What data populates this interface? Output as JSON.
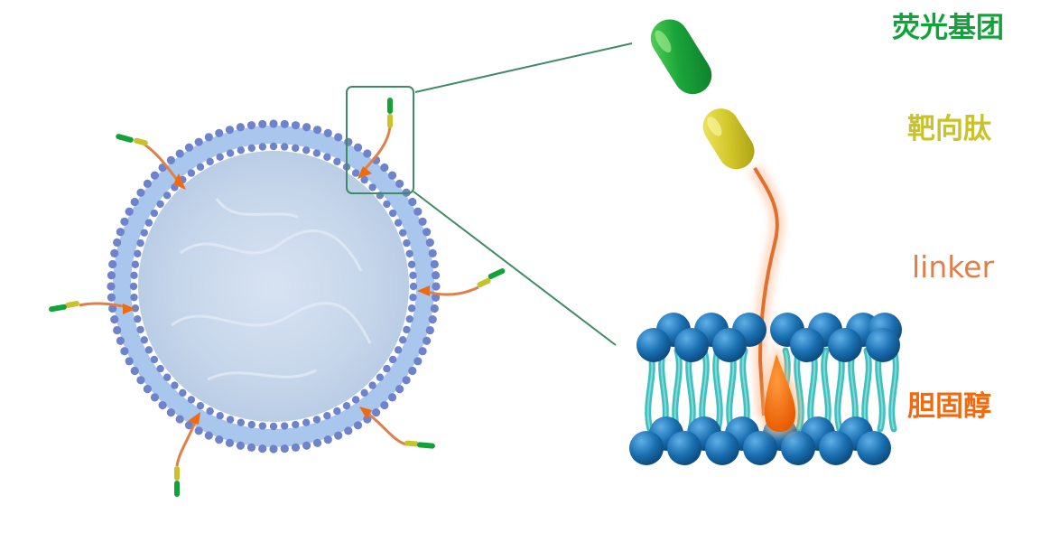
{
  "labels": {
    "fluorophore": "荧光基团",
    "targeting_peptide": "靶向肽",
    "linker": "linker",
    "cholesterol": "胆固醇"
  },
  "colors": {
    "fluorophore": "#12a23a",
    "targeting_peptide": "#c9c22a",
    "linker": "#e08048",
    "cholesterol": "#f06a10",
    "lipid_head_small": "#6f83cc",
    "lipid_tail_small": "#a9c6ec",
    "lipid_head_large": "#1a6fb0",
    "lipid_tail_large": "#3fbfbf",
    "vesicle_core": "#c9d9ec",
    "callout_line": "#3e8c66"
  }
}
